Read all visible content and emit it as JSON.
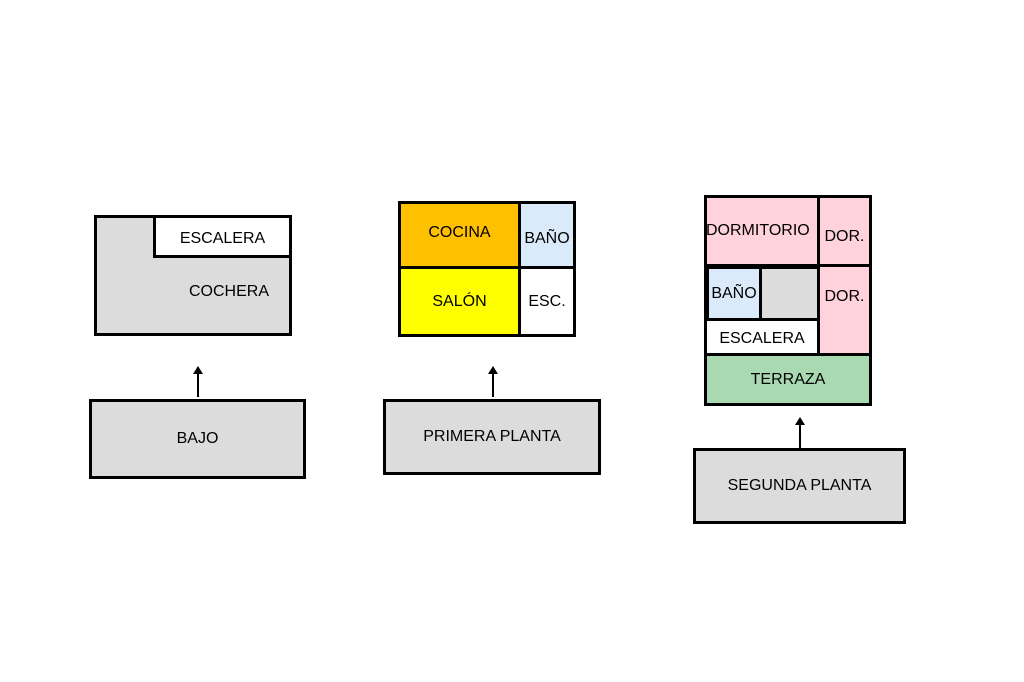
{
  "colors": {
    "grey": "#dcdcdc",
    "orange": "#ffc000",
    "yellow": "#ffff00",
    "light_blue": "#dbeafb",
    "pink": "#ffd2dc",
    "green": "#a8d9b0",
    "white": "#ffffff",
    "border": "#000000"
  },
  "bajo": {
    "label": "BAJO",
    "rooms": {
      "escalera": "ESCALERA",
      "cochera": "COCHERA"
    }
  },
  "primera": {
    "label": "PRIMERA PLANTA",
    "rooms": {
      "cocina": "COCINA",
      "bano": "BAÑO",
      "salon": "SALÓN",
      "esc": "ESC."
    }
  },
  "segunda": {
    "label": "SEGUNDA PLANTA",
    "rooms": {
      "dormitorio": "DORMITORIO",
      "dor1": "DOR.",
      "bano": "BAÑO",
      "dor2": "DOR.",
      "escalera": "ESCALERA",
      "terraza": "TERRAZA"
    }
  }
}
